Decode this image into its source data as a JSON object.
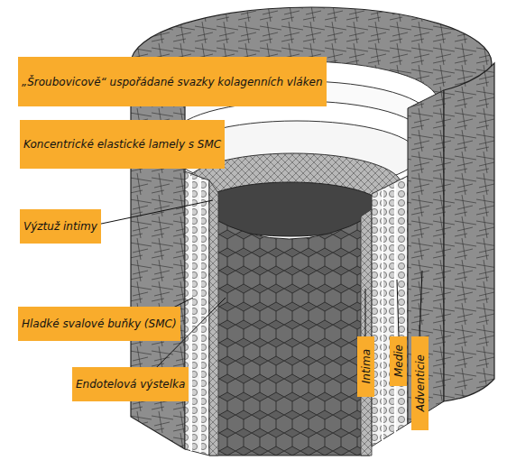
{
  "diagram": {
    "nodes": [
      {
        "text": [
          "„Šroubovicově“ uspořádané svazky kolagenních vláken"
        ]
      },
      {
        "text": [
          "Koncentrické elastické lamely s SMC"
        ]
      },
      {
        "text": [
          "Výztuž intimy"
        ]
      },
      {
        "text": [
          "Hladké svalové buňky (SMC)"
        ]
      },
      {
        "text": [
          "Endotelová výstelka"
        ]
      },
      {
        "text": [
          "Intima"
        ]
      },
      {
        "text": [
          "Medie"
        ]
      },
      {
        "text": [
          "Adventicie"
        ]
      }
    ]
  }
}
